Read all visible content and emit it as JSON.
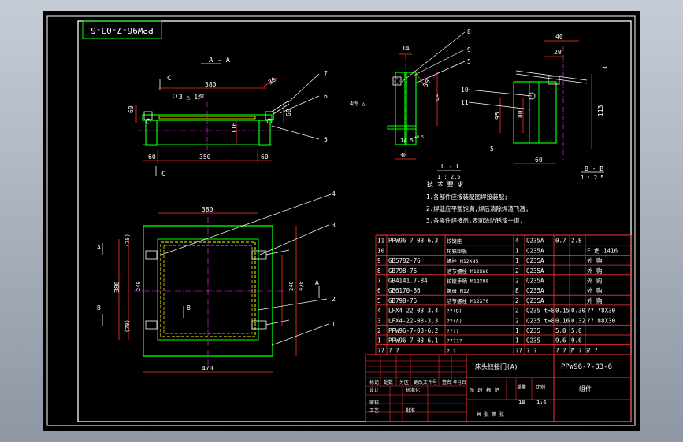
{
  "drawing": {
    "code_rotated": "PPW96-7-03-6",
    "drawing_number": "PPW96-7-03-6",
    "title": "床头铰接门(A)",
    "material_label": "组件",
    "weight": "18",
    "scale": "1:6"
  },
  "views": {
    "section_aa": "A - A",
    "section_cc": "C - C",
    "section_cc_scale": "1 : 2.5",
    "section_bb": "B - B",
    "section_bb_scale": "1 : 2.5",
    "cut_c": "C",
    "cut_a": "A",
    "cut_b": "B"
  },
  "dims": {
    "aa_top": "380",
    "aa_30": "30",
    "aa_60_left": "60",
    "aa_60_right": "60",
    "aa_116": "116",
    "aa_bottom_60a": "60",
    "aa_bottom_350": "350",
    "aa_bottom_60b": "60",
    "cc_14": "14",
    "cc_30": "30",
    "cc_95": "95",
    "cc_145": "14.5",
    "cc_145_sup": "±0.5",
    "cc_30b": "30",
    "bb_40": "40",
    "bb_20": "20",
    "bb_113": "113",
    "bb_95": "95",
    "bb_80": "80",
    "bb_5": "5",
    "bb_60": "60",
    "bb_3": "3",
    "plan_380": "380",
    "plan_470": "470",
    "plan_240_left": "240",
    "plan_380_v": "380",
    "plan_70_top": "(70)",
    "plan_70_bot": "(70)",
    "plan_240_right": "240",
    "plan_470_v": "470"
  },
  "weld_marks": {
    "aa": "3 △ 1焊",
    "cc": "4焊 △ "
  },
  "balloons": [
    "1",
    "2",
    "3",
    "4",
    "5",
    "6",
    "7",
    "8",
    "9",
    "10",
    "11"
  ],
  "notes": {
    "heading": "技 术 要 求",
    "line1": "1.各部件应按装配图焊接装配;",
    "line2": "2.焊缝应平整饱满,焊后清除焊渣飞溅;",
    "line3": "3.各零件焊接后,表面涂防锈漆一道."
  },
  "bom": [
    {
      "no": "11",
      "code": "PPW96-7-03-6.3",
      "name": "铰链座",
      "qty": "4",
      "mat": "Q235A",
      "w1": "0.7",
      "w2": "2.8",
      "note": ""
    },
    {
      "no": "10",
      "code": "",
      "name": "角铁垫板",
      "qty": "1",
      "mat": "Q235A",
      "w1": "",
      "w2": "",
      "note": "F 角 1416"
    },
    {
      "no": "9",
      "code": "GB5782-76",
      "name": "螺栓 M12X45",
      "qty": "1",
      "mat": "Q235A",
      "w1": "",
      "w2": "",
      "note": "外 购"
    },
    {
      "no": "8",
      "code": "GB798-76",
      "name": "活节螺栓 M12X60",
      "qty": "2",
      "mat": "Q235A",
      "w1": "",
      "w2": "",
      "note": "外 购"
    },
    {
      "no": "7",
      "code": "GB4141.7-84",
      "name": "铰链手柄 M12X80",
      "qty": "2",
      "mat": "Q235A",
      "w1": "",
      "w2": "",
      "note": "外 购"
    },
    {
      "no": "6",
      "code": "GB6170-86",
      "name": "螺母 M12",
      "qty": "8",
      "mat": "Q235A",
      "w1": "",
      "w2": "",
      "note": "外 购"
    },
    {
      "no": "5",
      "code": "GB798-76",
      "name": "活节螺栓 M12X70",
      "qty": "2",
      "mat": "Q235A",
      "w1": "",
      "w2": "",
      "note": "外 购"
    },
    {
      "no": "4",
      "code": "LFX4-22-03-3.4",
      "name": "??(B)",
      "qty": "2",
      "mat": "Q235 t=8",
      "w1": "0.15",
      "w2": "0.30",
      "note": "?? 78X30"
    },
    {
      "no": "3",
      "code": "LFX4-22-03-3.3",
      "name": "??(A)",
      "qty": "2",
      "mat": "Q235 t=8",
      "w1": "0.16",
      "w2": "0.32",
      "note": "?? 88X30"
    },
    {
      "no": "2",
      "code": "PPW96-7-03-6.2",
      "name": "????",
      "qty": "1",
      "mat": "Q235",
      "w1": "5.0",
      "w2": "5.0",
      "note": ""
    },
    {
      "no": "1",
      "code": "PPW96-7-03-6.1",
      "name": "?????",
      "qty": "1",
      "mat": "Q235",
      "w1": "9.6",
      "w2": "9.6",
      "note": ""
    },
    {
      "no": "??",
      "code": "?    ?",
      "name": "?   ?",
      "qty": "??",
      "mat": "?   ?",
      "w1": "? ? ?",
      "w2": "? ? ?",
      "note": "? ?"
    }
  ],
  "title_block": {
    "labels": [
      "标记",
      "处数",
      "分区",
      "更改文件号",
      "签名",
      "年月日",
      "设计",
      "标准化",
      "审核",
      "工艺",
      "批准"
    ],
    "stage": "阶 段 标 记",
    "weight_label": "重量",
    "scale_label": "比例",
    "sheet": "共  张  第  张"
  }
}
